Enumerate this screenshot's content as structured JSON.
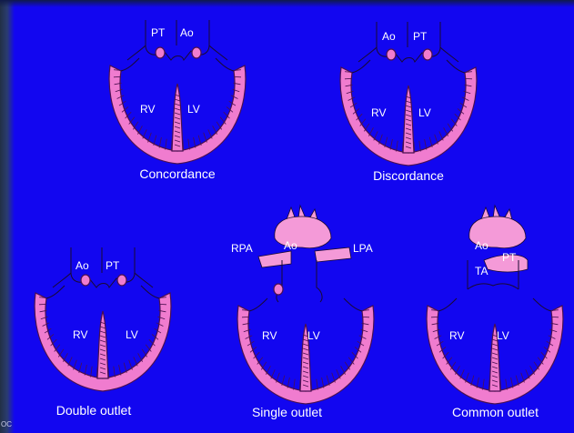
{
  "diagrams": {
    "concordance": {
      "caption": "Concordance",
      "labels": [
        "PT",
        "Ao",
        "RV",
        "LV"
      ]
    },
    "discordance": {
      "caption": "Discordance",
      "labels": [
        "Ao",
        "PT",
        "RV",
        "LV"
      ]
    },
    "double_outlet": {
      "caption": "Double outlet",
      "labels": [
        "Ao",
        "PT",
        "RV",
        "LV"
      ]
    },
    "single_outlet": {
      "caption": "Single outlet",
      "labels": [
        "RPA",
        "Ao",
        "LPA",
        "RV",
        "LV"
      ]
    },
    "common_outlet": {
      "caption": "Common outlet",
      "labels": [
        "Ao",
        "PT",
        "TA",
        "RV",
        "LV"
      ]
    }
  },
  "corner_mark": "OC",
  "colors": {
    "background": "#1206f0",
    "myocardium": "#f07ccf",
    "vessel": "#f49ad8",
    "text": "#ffffff"
  }
}
